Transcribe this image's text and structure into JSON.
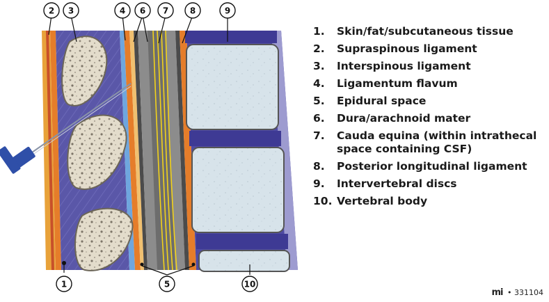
{
  "callouts": [
    "1",
    "2",
    "3",
    "4",
    "5",
    "6",
    "7",
    "8",
    "9",
    "10"
  ],
  "legend": [
    {
      "num": "1.",
      "text": "Skin/fat/subcutaneous tissue"
    },
    {
      "num": "2.",
      "text": "Supraspinous ligament"
    },
    {
      "num": "3.",
      "text": "Interspinous ligament"
    },
    {
      "num": "4.",
      "text": "Ligamentum flavum"
    },
    {
      "num": "5.",
      "text": "Epidural space"
    },
    {
      "num": "6.",
      "text": "Dura/arachnoid mater"
    },
    {
      "num": "7.",
      "text": "Cauda equina (within intrathecal space containing CSF)"
    },
    {
      "num": "8.",
      "text": "Posterior longitudinal ligament"
    },
    {
      "num": "9.",
      "text": "Intervertebral discs"
    },
    {
      "num": "10.",
      "text": "Vertebral body"
    }
  ],
  "credit": {
    "logo": "mi",
    "separator": "•",
    "code": "331104"
  },
  "colors": {
    "skin": "#e8a23a",
    "ligament": "#e57d2a",
    "interspinous": "#5a57a8",
    "epidural": "#6fa6de",
    "dura": "#4b4b4b",
    "csf": "#8c8c8c",
    "nerve": "#f2d21b",
    "disc": "#4f4ba3",
    "bone": "#d9e4ea",
    "needle": "#2f4fa8"
  }
}
